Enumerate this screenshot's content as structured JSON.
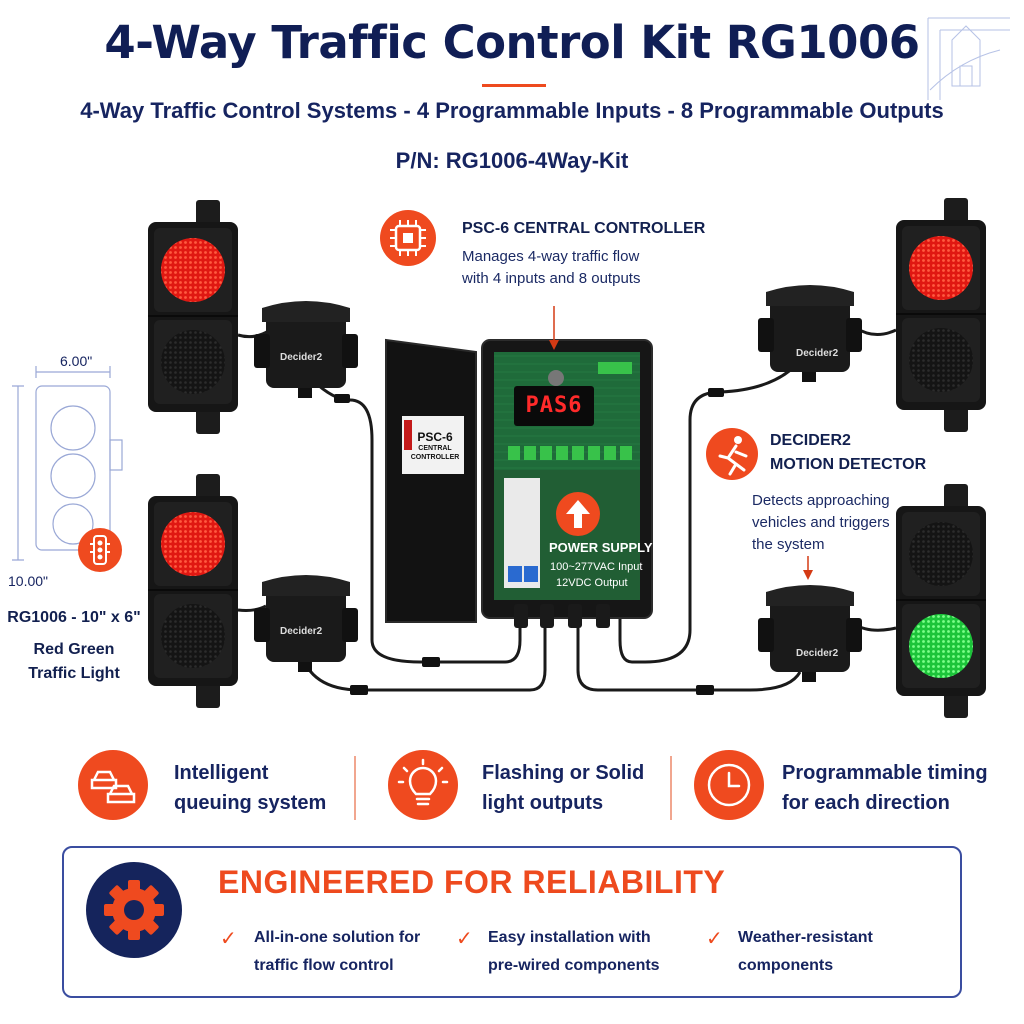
{
  "header": {
    "title": "4-Way Traffic Control Kit RG1006",
    "subtitle": "4-Way Traffic Control Systems - 4 Programmable Inputs - 8 Programmable Outputs",
    "part_number": "P/N: RG1006-4Way-Kit"
  },
  "controller_callout": {
    "title": "PSC-6 CENTRAL CONTROLLER",
    "line1": "Manages 4-way traffic flow",
    "line2": "with 4 inputs and 8 outputs"
  },
  "detector_callout": {
    "title1": "DECIDER2",
    "title2": "MOTION DETECTOR",
    "line1": "Detects approaching",
    "line2": "vehicles and triggers",
    "line3": "the system"
  },
  "dimensions": {
    "width": "6.00\"",
    "height": "10.00\""
  },
  "product_label": {
    "line1": "RG1006 - 10\" x 6\"",
    "line2": "Red Green",
    "line3": "Traffic Light"
  },
  "controller_box": {
    "display": "PAS6",
    "label_line1": "PSC-6",
    "label_line2": "CENTRAL",
    "label_line3": "CONTROLLER",
    "psu_title": "POWER SUPPLY",
    "psu_input": "100~277VAC Input",
    "psu_output": "12VDC Output"
  },
  "detector_label": "Decider2",
  "features": [
    {
      "line1": "Intelligent",
      "line2": "queuing system",
      "icon": "cars-icon"
    },
    {
      "line1": "Flashing or Solid",
      "line2": "light outputs",
      "icon": "lightbulb-icon"
    },
    {
      "line1": "Programmable timing",
      "line2": "for each direction",
      "icon": "clock-icon"
    }
  ],
  "reliability": {
    "title": "ENGINEERED FOR RELIABILITY",
    "items": [
      {
        "line1": "All-in-one solution for",
        "line2": "traffic flow control"
      },
      {
        "line1": "Easy installation with",
        "line2": "pre-wired components"
      },
      {
        "line1": "Weather-resistant",
        "line2": "components"
      }
    ]
  },
  "colors": {
    "accent": "#ef4a1f",
    "navy": "#15245c",
    "signal_red": "#ff2a20",
    "signal_green": "#33e04a"
  }
}
